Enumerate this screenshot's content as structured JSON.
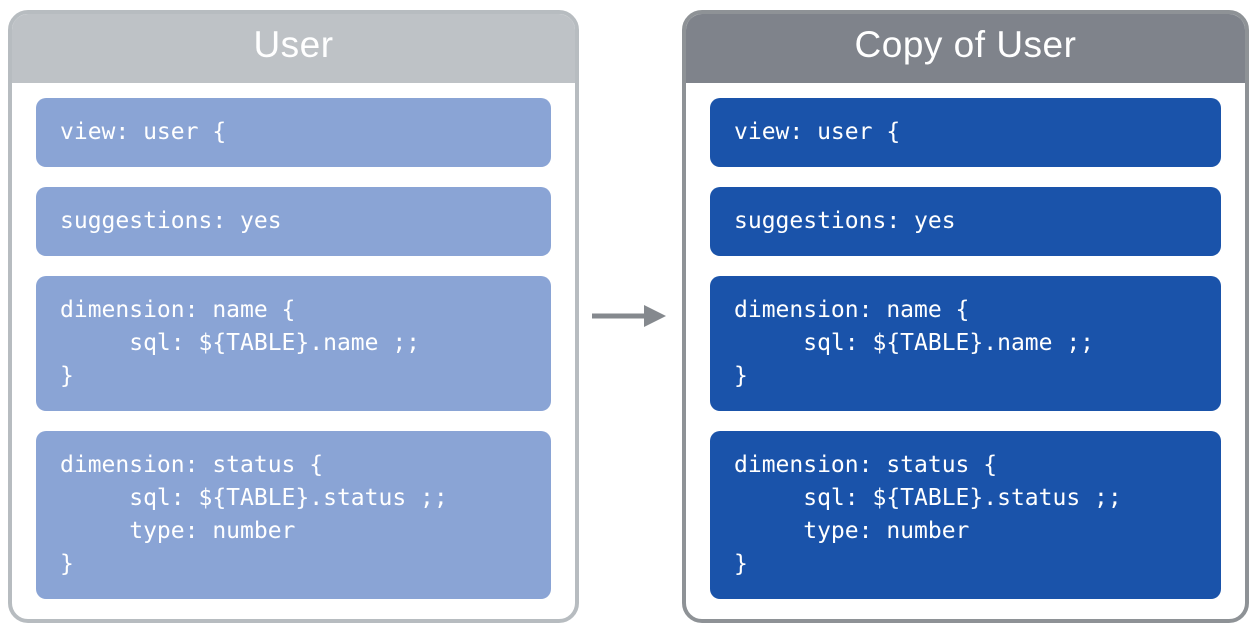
{
  "diagram": {
    "left_panel": {
      "title": "User",
      "header_color": "#bec2c6",
      "border_color": "#b7bcc0",
      "block_color": "#8aa4d5",
      "blocks": [
        {
          "text": "view: user {"
        },
        {
          "text": "suggestions: yes"
        },
        {
          "text": "dimension: name {\n     sql: ${TABLE}.name ;;\n}"
        },
        {
          "text": "dimension: status {\n     sql: ${TABLE}.status ;;\n     type: number\n}"
        }
      ]
    },
    "right_panel": {
      "title": "Copy of User",
      "header_color": "#7f838b",
      "border_color": "#8e9296",
      "block_color": "#1a53aa",
      "blocks": [
        {
          "text": "view: user {"
        },
        {
          "text": "suggestions: yes"
        },
        {
          "text": "dimension: name {\n     sql: ${TABLE}.name ;;\n}"
        },
        {
          "text": "dimension: status {\n     sql: ${TABLE}.status ;;\n     type: number\n}"
        }
      ]
    },
    "arrow": {
      "direction": "right",
      "color": "#85898e"
    }
  }
}
